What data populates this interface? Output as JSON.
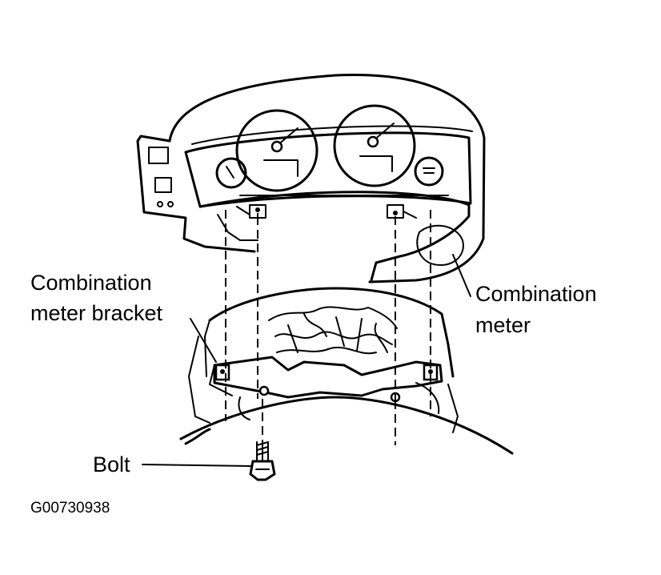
{
  "labels": {
    "combination_meter_bracket": [
      "Combination",
      "meter bracket"
    ],
    "combination_meter": [
      "Combination",
      "meter"
    ],
    "bolt": "Bolt"
  },
  "figure_code": "G00730938"
}
